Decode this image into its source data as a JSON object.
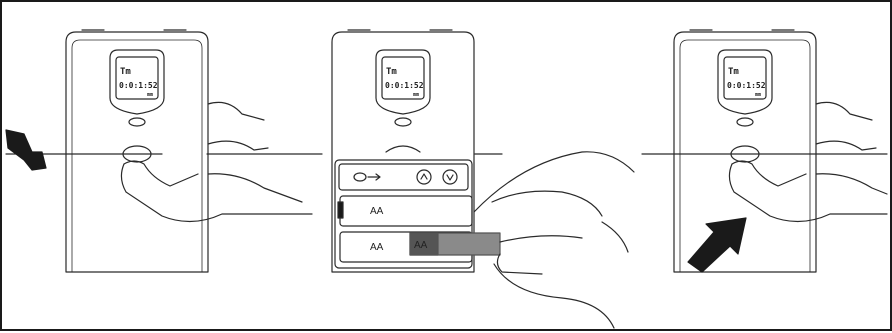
{
  "panels": [
    {
      "id": "panel-1",
      "lcd": {
        "top": "Tm",
        "main": "0:0:1:52",
        "sub": "mm"
      }
    },
    {
      "id": "panel-2",
      "lcd": {
        "top": "Tm",
        "main": "0:0:1:52",
        "sub": "mm"
      },
      "battery_labels": [
        "AA",
        "AA"
      ],
      "new_battery_label": "AA"
    },
    {
      "id": "panel-3",
      "lcd": {
        "top": "Tm",
        "main": "0:0:1:52",
        "sub": "mm"
      }
    }
  ],
  "colors": {
    "line": "#2a2a2a",
    "arrow": "#1a1a1a",
    "battery": "#8a8a8a",
    "battery_dark": "#555555"
  },
  "icons": [
    "press-arrow-icon",
    "hand-icon",
    "release-arrow-icon",
    "ok-button-icon",
    "up-button-icon",
    "down-button-icon"
  ]
}
